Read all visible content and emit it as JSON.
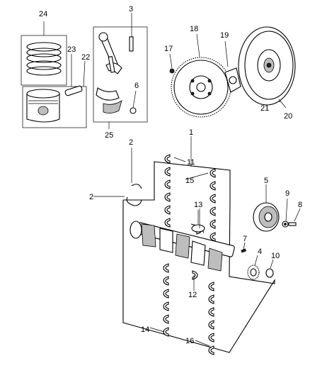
{
  "callouts": [
    {
      "id": "c24",
      "text": "24"
    },
    {
      "id": "c23",
      "text": "23"
    },
    {
      "id": "c22",
      "text": "22"
    },
    {
      "id": "c3",
      "text": "3"
    },
    {
      "id": "c6",
      "text": "6"
    },
    {
      "id": "c25",
      "text": "25"
    },
    {
      "id": "c18",
      "text": "18"
    },
    {
      "id": "c17",
      "text": "17"
    },
    {
      "id": "c19",
      "text": "19"
    },
    {
      "id": "c21",
      "text": "21"
    },
    {
      "id": "c20",
      "text": "20"
    },
    {
      "id": "c1",
      "text": "1"
    },
    {
      "id": "c11",
      "text": "11"
    },
    {
      "id": "c15",
      "text": "15"
    },
    {
      "id": "c2a",
      "text": "2"
    },
    {
      "id": "c2b",
      "text": "2"
    },
    {
      "id": "c13",
      "text": "13"
    },
    {
      "id": "c5",
      "text": "5"
    },
    {
      "id": "c9",
      "text": "9"
    },
    {
      "id": "c8",
      "text": "8"
    },
    {
      "id": "c7",
      "text": "7"
    },
    {
      "id": "c4",
      "text": "4"
    },
    {
      "id": "c10",
      "text": "10"
    },
    {
      "id": "c12",
      "text": "12"
    },
    {
      "id": "c14",
      "text": "14"
    },
    {
      "id": "c16",
      "text": "16"
    }
  ]
}
